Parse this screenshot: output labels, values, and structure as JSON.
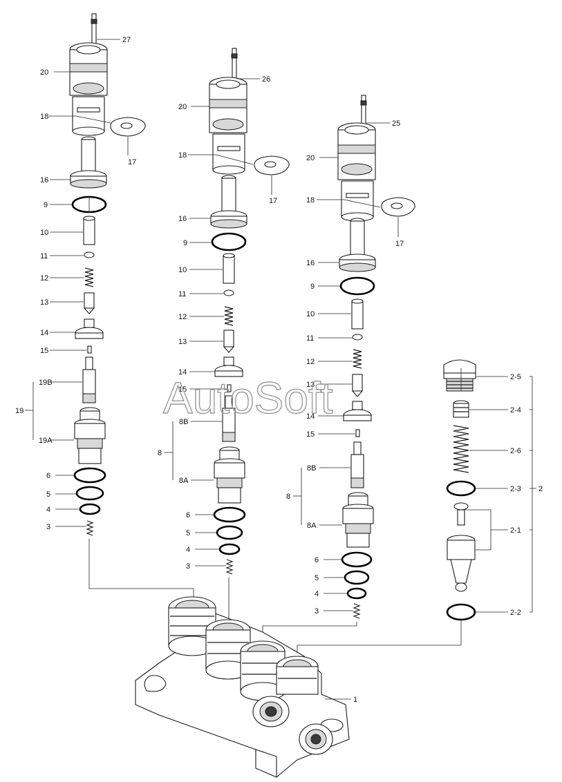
{
  "watermark": "AutoSoft",
  "labels": {
    "l27": "27",
    "l26": "26",
    "l25": "25",
    "l20a": "20",
    "l20b": "20",
    "l20c": "20",
    "l18a": "18",
    "l18b": "18",
    "l18c": "18",
    "l17a": "17",
    "l17b": "17",
    "l17c": "17",
    "l16a": "16",
    "l16b": "16",
    "l16c": "16",
    "l9a": "9",
    "l9b": "9",
    "l9c": "9",
    "l10a": "10",
    "l10b": "10",
    "l10c": "10",
    "l11a": "11",
    "l11b": "11",
    "l11c": "11",
    "l12a": "12",
    "l12b": "12",
    "l12c": "12",
    "l13a": "13",
    "l13b": "13",
    "l13c": "13",
    "l14a": "14",
    "l14b": "14",
    "l14c": "14",
    "l15a": "15",
    "l15b": "15",
    "l15c": "15",
    "l19": "19",
    "l19B": "19B",
    "l19A": "19A",
    "l8a": "8",
    "l8Ba": "8B",
    "l8Aa": "8A",
    "l8b": "8",
    "l8Bb": "8B",
    "l8Ab": "8A",
    "l6a": "6",
    "l6b": "6",
    "l6c": "6",
    "l5a": "5",
    "l5b": "5",
    "l5c": "5",
    "l4a": "4",
    "l4b": "4",
    "l4c": "4",
    "l3a": "3",
    "l3b": "3",
    "l3c": "3",
    "l25a": "2-5",
    "l24": "2-4",
    "l26s": "2-6",
    "l23": "2-3",
    "l2": "2",
    "l21": "2-1",
    "l22": "2-2",
    "l1": "1"
  }
}
